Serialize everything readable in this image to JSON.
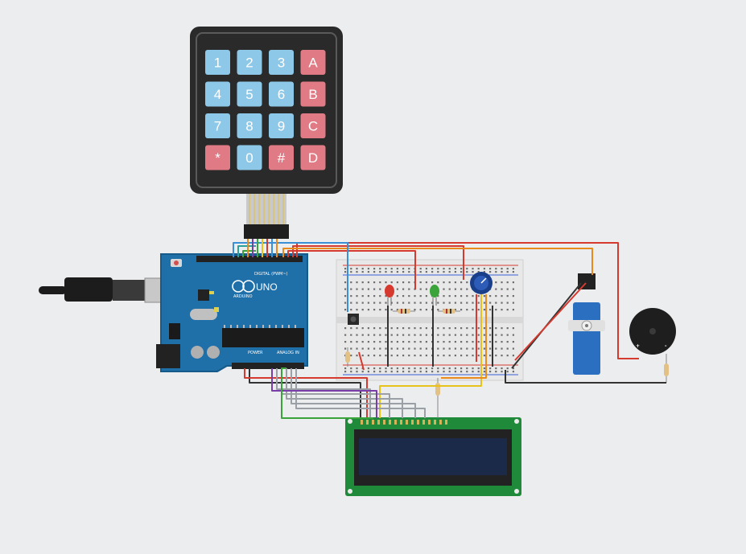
{
  "keypad": {
    "rows": [
      [
        "1",
        "2",
        "3",
        "A"
      ],
      [
        "4",
        "5",
        "6",
        "B"
      ],
      [
        "7",
        "8",
        "9",
        "C"
      ],
      [
        "*",
        "0",
        "#",
        "D"
      ]
    ],
    "digit_color": "#8ec8e8",
    "letter_color": "#e07b85"
  },
  "arduino": {
    "board_label": "UNO",
    "brand_label": "ARDUINO",
    "digital_label": "DIGITAL (PWM~)",
    "power_label": "POWER",
    "analog_label": "ANALOG IN",
    "board_color": "#1f6fa8"
  },
  "colors": {
    "background": "#ecedef",
    "wire_red": "#d63a2f",
    "wire_black": "#333333",
    "wire_orange": "#e88a1c",
    "wire_yellow": "#e6c21a",
    "wire_gray": "#9aa0a6",
    "wire_green": "#3aa33a",
    "wire_purple": "#7a3ea8",
    "wire_blue": "#3a8fd6",
    "lcd_pcb": "#1e8a3a",
    "lcd_screen": "#1c2a4a"
  }
}
